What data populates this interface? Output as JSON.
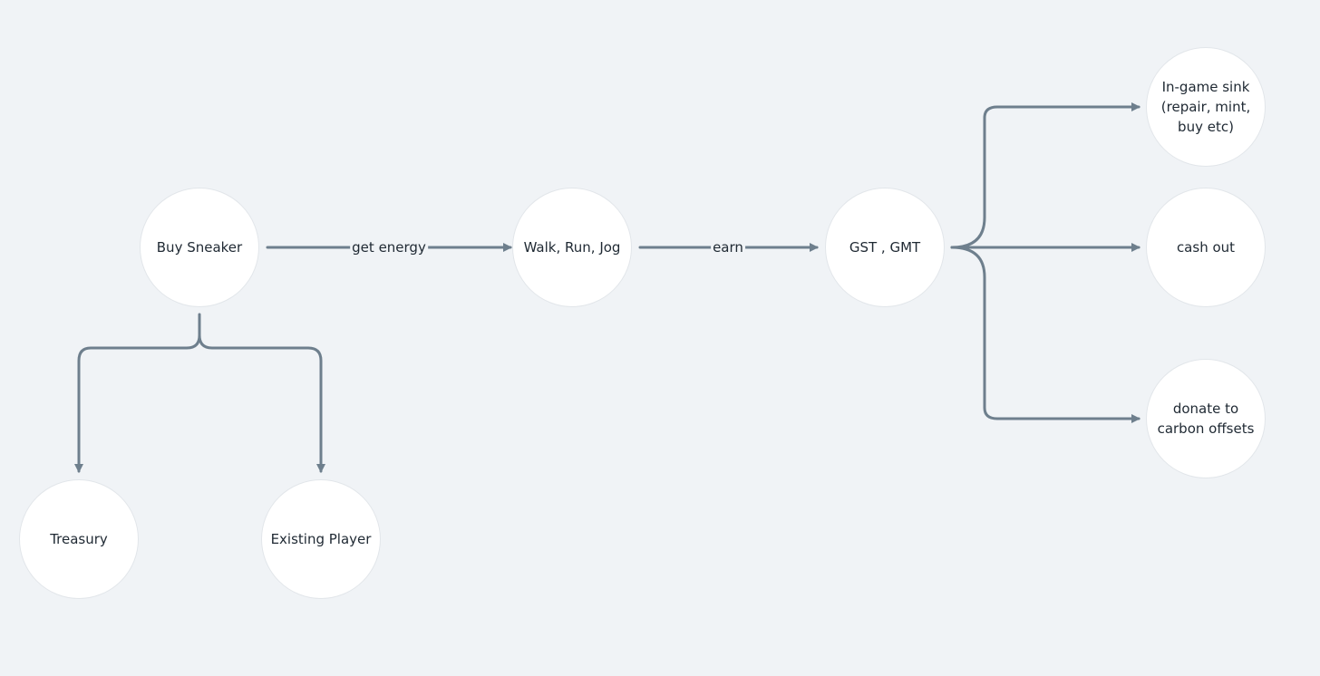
{
  "diagram": {
    "nodes": {
      "buy_sneaker": "Buy Sneaker",
      "walk_run_jog": "Walk, Run, Jog",
      "gst_gmt": "GST , GMT",
      "in_game_sink": "In-game sink\n(repair, mint,\nbuy etc)",
      "cash_out": "cash out",
      "donate": "donate to\ncarbon offsets",
      "treasury": "Treasury",
      "existing_player": "Existing Player"
    },
    "edges": {
      "get_energy": "get energy",
      "earn": "earn"
    },
    "colors": {
      "background": "#f0f3f6",
      "node_fill": "#ffffff",
      "connector": "#6e7f8d",
      "text": "#1f2933"
    }
  }
}
